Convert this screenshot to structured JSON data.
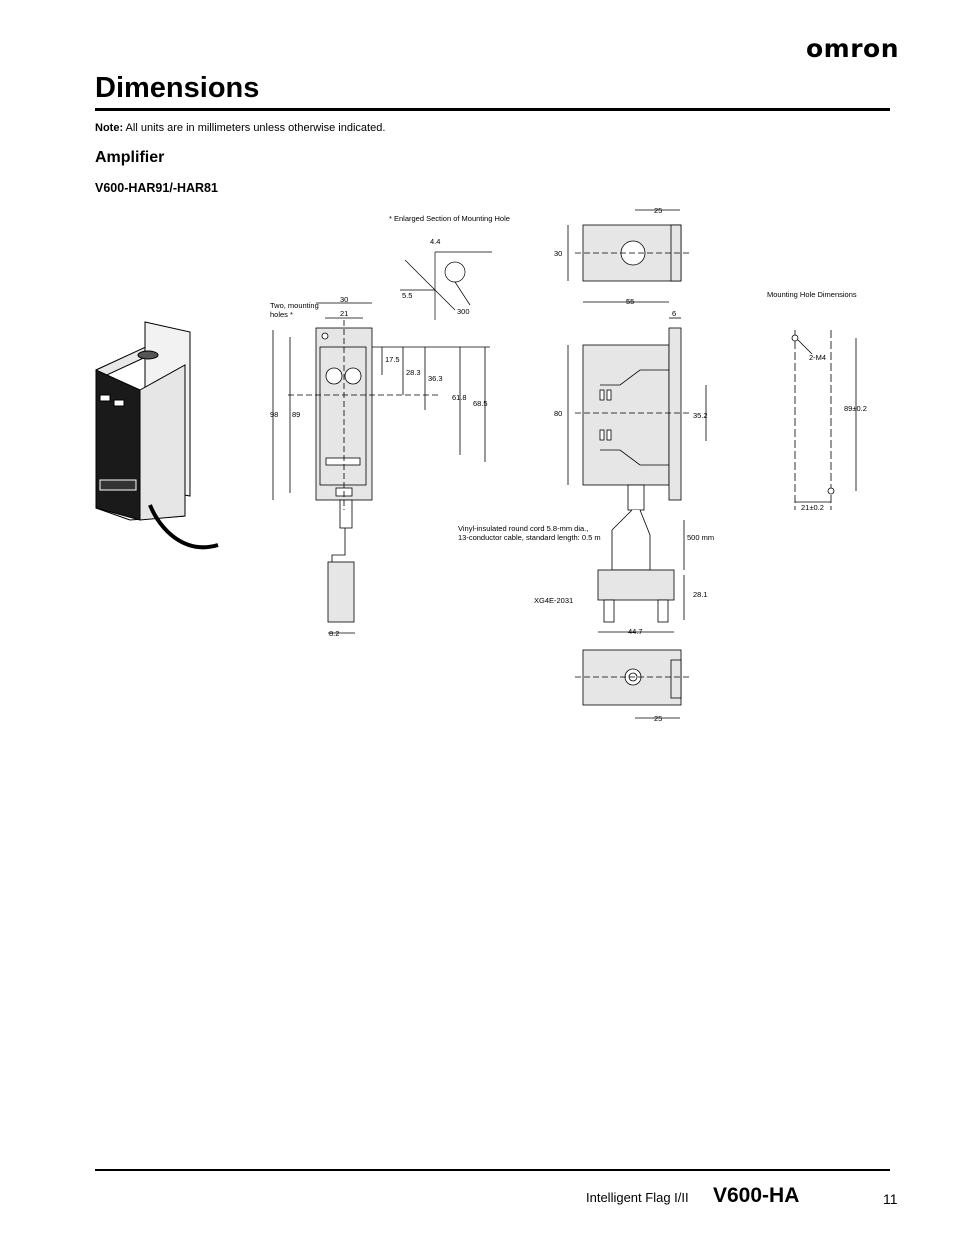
{
  "header": {
    "brand": "omron",
    "title": "Dimensions"
  },
  "note": {
    "label": "Note:",
    "text": " All units are in millimeters unless otherwise indicated."
  },
  "section": {
    "heading": "Amplifier",
    "model": "V600-HAR91/-HAR81"
  },
  "drawing_labels": {
    "enlarged": "* Enlarged Section of Mounting Hole",
    "d4_4": "4.4",
    "d5_5": "5.5",
    "d300": "300",
    "two_holes_1": "Two, mounting",
    "two_holes_2": "holes *",
    "d30": "30",
    "d21": "21",
    "d17_5": "17.5",
    "d28_3": "28.3",
    "d36_3": "36.3",
    "d61_8": "61.8",
    "d68_5": "68.5",
    "d98": "98",
    "d89": "89",
    "d8_2": "8.2",
    "top_25": "25",
    "top_30": "30",
    "side_55": "55",
    "side_6": "6",
    "side_80": "80",
    "side_35_2": "35.2",
    "cord_1": "Vinyl-insulated round cord 5.8-mm dia.,",
    "cord_2": "13-conductor cable, standard length: 0.5 m",
    "d500": "500 mm",
    "connector": "XG4E-2031",
    "d28_1": "28.1",
    "d44_7": "44.7",
    "bottom_25": "25",
    "mh_title": "Mounting Hole Dimensions",
    "mh_m4": "2-M4",
    "mh_89": "89±0.2",
    "mh_21": "21±0.2"
  },
  "footer": {
    "text": "Intelligent Flag I/II",
    "model": "V600-HA",
    "page": "11"
  }
}
